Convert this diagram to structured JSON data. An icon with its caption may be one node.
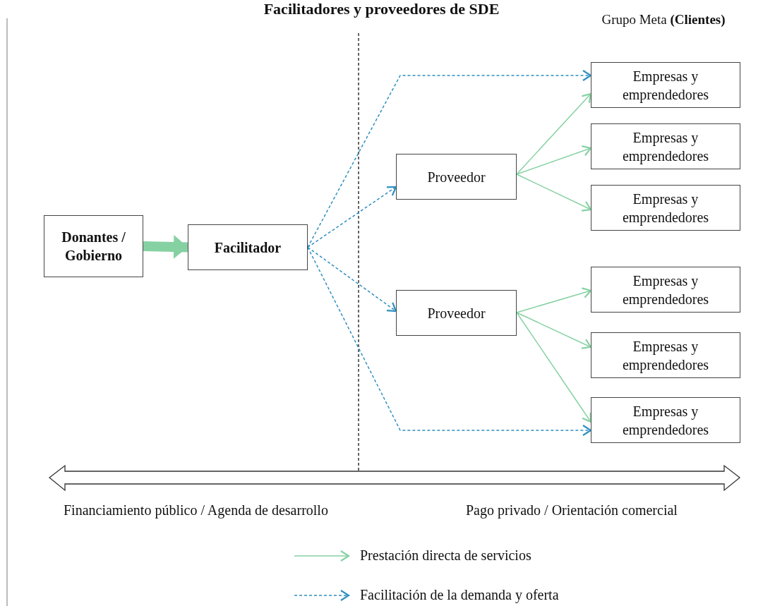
{
  "diagram": {
    "title": "Facilitadores y proveedores de SDE",
    "nodes": [
      {
        "text": [
          "Donantes / Gobierno"
        ]
      },
      {
        "text": [
          "Facilitador"
        ]
      },
      {
        "text": [
          "Proveedor"
        ]
      },
      {
        "text": [
          "Proveedor"
        ]
      },
      {
        "text": [
          "Empresas y emprendedores"
        ]
      },
      {
        "text": [
          "Empresas y emprendedores"
        ]
      },
      {
        "text": [
          "Empresas y emprendedores"
        ]
      },
      {
        "text": [
          "Empresas y emprendedores"
        ]
      },
      {
        "text": [
          "Empresas y emprendedores"
        ]
      },
      {
        "text": [
          "Empresas y emprendedores"
        ]
      }
    ],
    "edges": [
      {
        "from": 0,
        "to": 1,
        "arrow": "to",
        "style": "thick"
      },
      {
        "from": 1,
        "to": 4,
        "arrow": "to",
        "style": "dashed",
        "color": "#2e8fc0"
      },
      {
        "from": 1,
        "to": 2,
        "arrow": "to",
        "style": "dashed",
        "color": "#2e8fc0"
      },
      {
        "from": 1,
        "to": 3,
        "arrow": "to",
        "style": "dashed",
        "color": "#2e8fc0"
      },
      {
        "from": 1,
        "to": 9,
        "arrow": "to",
        "style": "dashed",
        "color": "#2e8fc0"
      },
      {
        "from": 2,
        "to": 4,
        "arrow": "to"
      },
      {
        "from": 2,
        "to": 5,
        "arrow": "to"
      },
      {
        "from": 2,
        "to": 6,
        "arrow": "to"
      },
      {
        "from": 3,
        "to": 7,
        "arrow": "to"
      },
      {
        "from": 3,
        "to": 8,
        "arrow": "to"
      },
      {
        "from": 3,
        "to": 9,
        "arrow": "to"
      }
    ],
    "labels": [
      "Grupo Meta **(Clientes)**",
      "Financiamiento público / Agenda de desarrollo",
      "Pago privado / Orientación comercial"
    ],
    "legend": [
      {
        "text": "Prestación directa de servicios"
      },
      {
        "text": "Facilitación de la demanda y oferta"
      }
    ]
  }
}
